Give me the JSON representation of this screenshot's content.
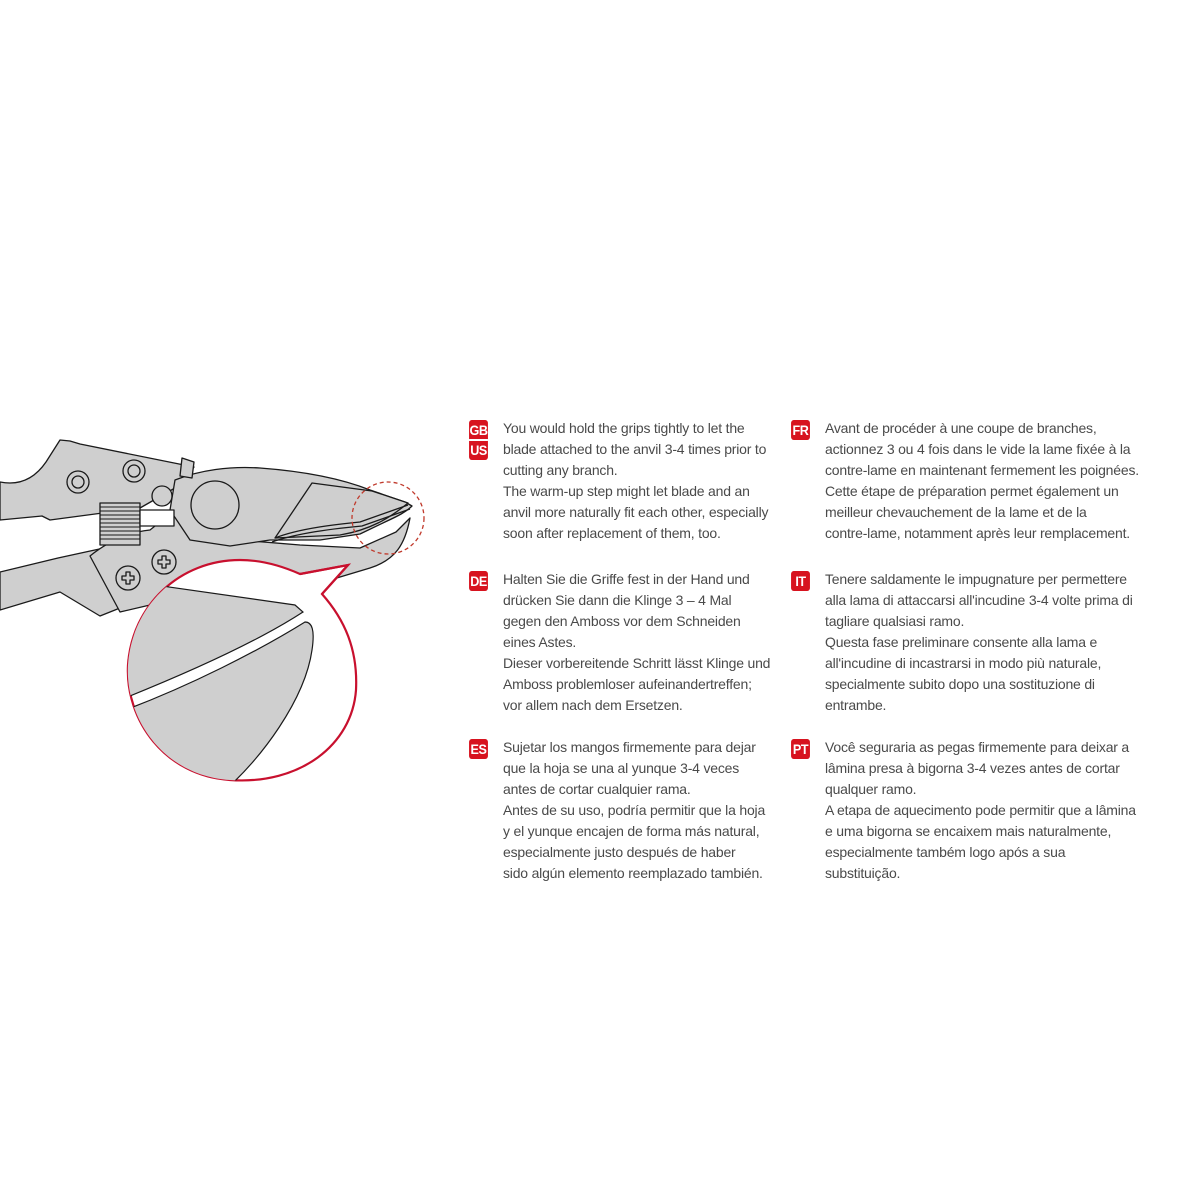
{
  "colors": {
    "accent_red": "#d7131f",
    "text_gray": "#4a4a4a",
    "tool_fill": "#cfcfcf",
    "outline": "#1a1a1a",
    "background": "#ffffff"
  },
  "illustration": {
    "subject": "anvil-pruner-shears",
    "callout": "magnified-blade-anvil-contact"
  },
  "instructions": [
    {
      "lang_badge": [
        "GB",
        "US"
      ],
      "paragraphs": [
        "You would hold the grips tightly to let the blade attached to the anvil 3-4 times prior to cutting any branch.",
        "The warm-up step might let blade and an anvil more naturally fit each other, especially soon after replacement of them, too."
      ],
      "lines": [
        "You would hold the grips tightly to let the",
        "blade attached to the anvil 3-4 times prior to",
        "cutting any branch.",
        "The warm-up step might let blade and an",
        "anvil more naturally fit each other, especially",
        "soon after replacement of them, too."
      ]
    },
    {
      "lang_badge": [
        "FR"
      ],
      "lines": [
        "Avant de procéder à une coupe de branches,",
        "actionnez 3 ou 4 fois dans le vide la lame fixée à la",
        "contre-lame en maintenant fermement les poignées.",
        "Cette étape de préparation permet également un",
        "meilleur chevauchement de la lame et de la",
        "contre-lame, notamment après leur remplacement."
      ]
    },
    {
      "lang_badge": [
        "DE"
      ],
      "lines": [
        "Halten Sie die Griffe fest in der Hand und",
        "drücken Sie dann die Klinge 3 – 4 Mal",
        "gegen den Amboss vor dem Schneiden",
        "eines Astes.",
        "Dieser vorbereitende Schritt lässt Klinge und",
        "Amboss problemloser aufeinandertreffen;",
        "vor allem nach dem Ersetzen."
      ]
    },
    {
      "lang_badge": [
        "IT"
      ],
      "lines": [
        "Tenere saldamente le impugnature per permettere",
        "alla lama di attaccarsi all'incudine 3-4 volte prima di",
        "tagliare qualsiasi ramo.",
        "Questa fase preliminare consente alla lama e",
        "all'incudine di incastrarsi in modo più naturale,",
        "specialmente subito dopo una sostituzione di",
        "entrambe."
      ]
    },
    {
      "lang_badge": [
        "ES"
      ],
      "lines": [
        "Sujetar los mangos firmemente para dejar",
        "que la hoja se una al yunque 3-4 veces",
        "antes de cortar cualquier rama.",
        "Antes de su uso, podría permitir que la hoja",
        "y el yunque encajen de forma más natural,",
        "especialmente justo después de haber",
        "sido algún elemento reemplazado también."
      ]
    },
    {
      "lang_badge": [
        "PT"
      ],
      "lines": [
        "Você seguraria as pegas firmemente para deixar a",
        "lâmina presa à bigorna 3-4 vezes antes de cortar",
        "qualquer ramo.",
        "A etapa de aquecimento pode permitir que a lâmina",
        "e uma bigorna se encaixem mais naturalmente,",
        "especialmente também logo após a sua",
        "substituição."
      ]
    }
  ]
}
